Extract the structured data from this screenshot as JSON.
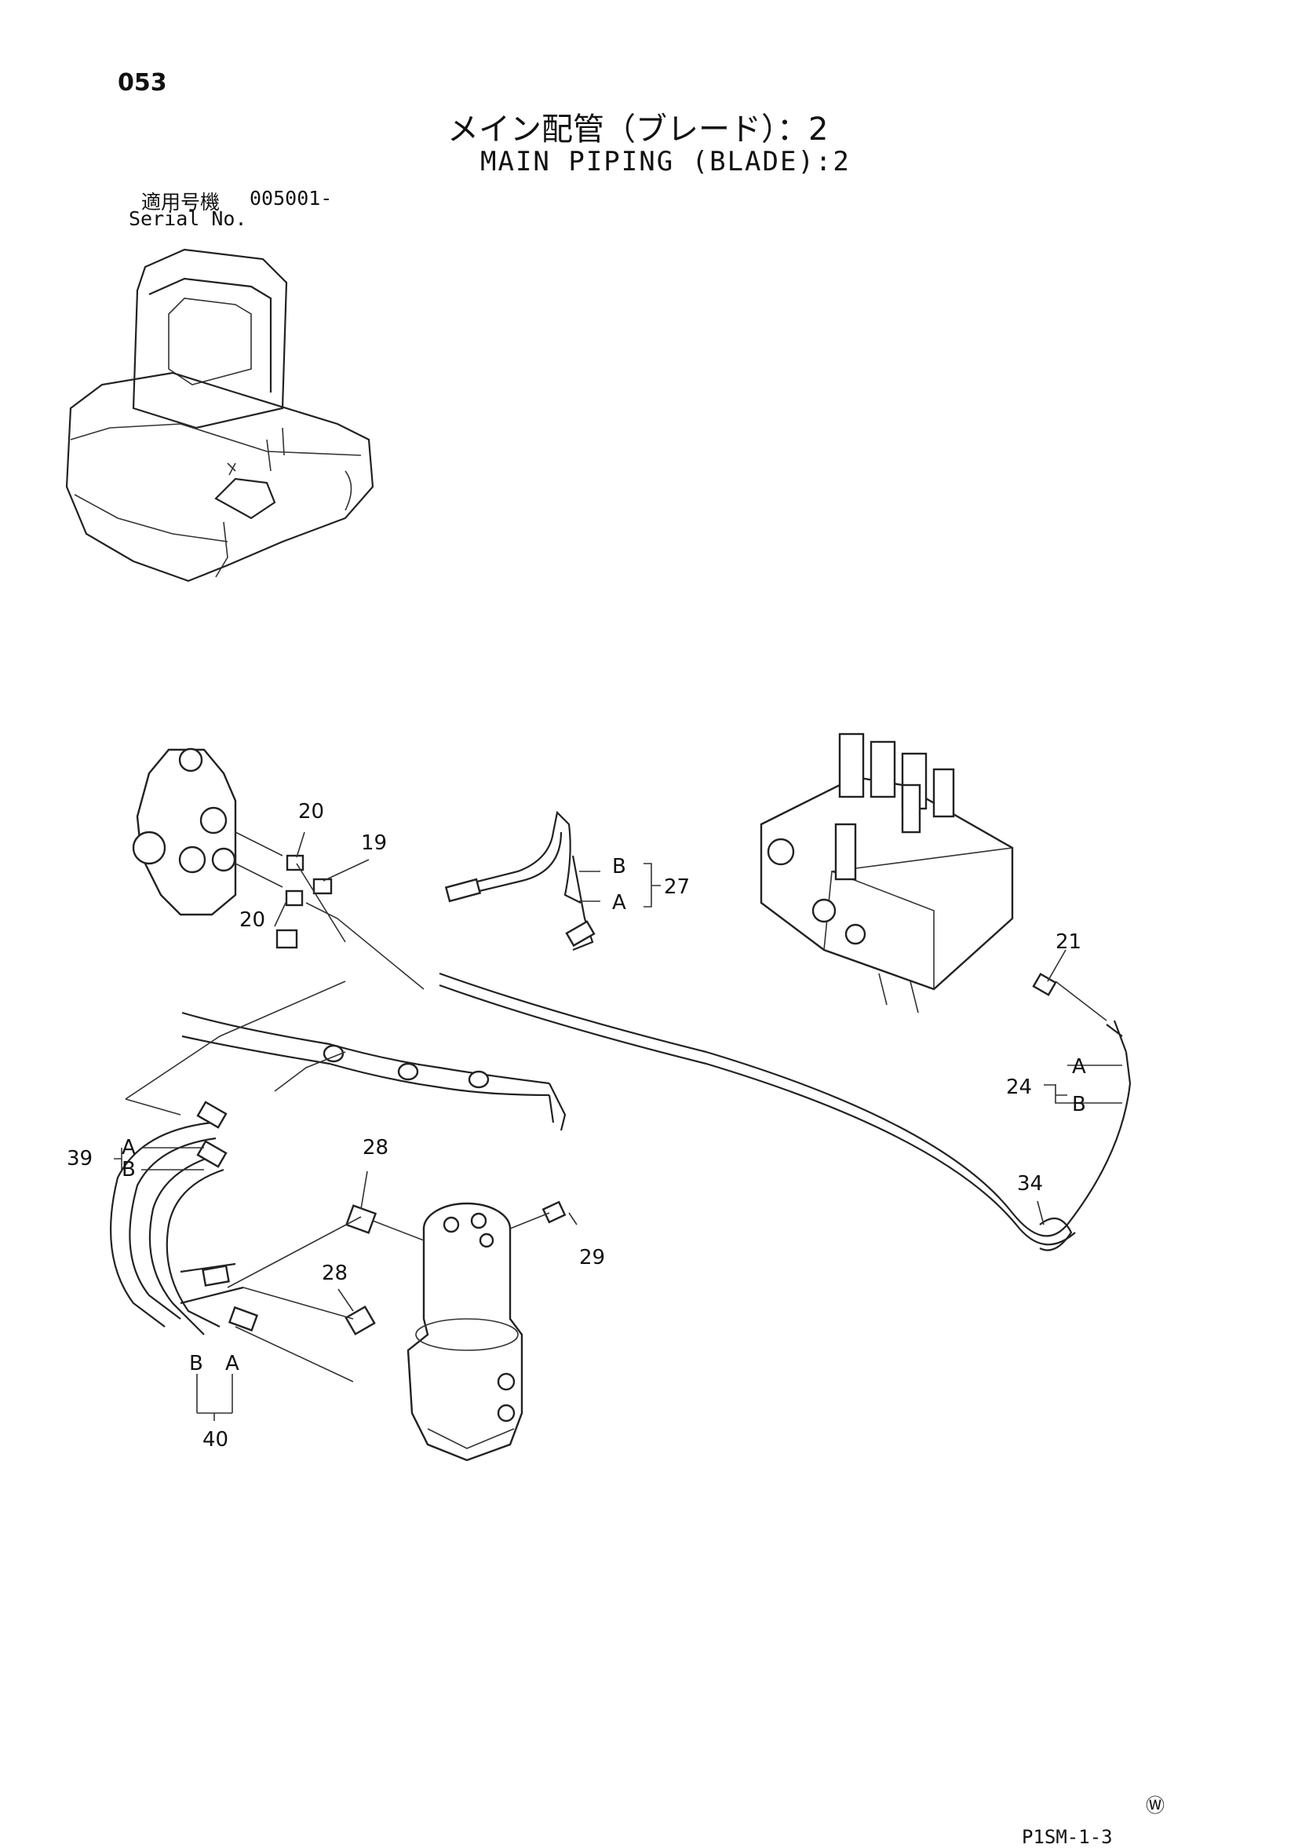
{
  "header": {
    "page_number": "053",
    "title_jp": "メイン配管（ブレード）：2",
    "title_en": "MAIN PIPING (BLADE):2",
    "serial_label_jp": "適用号機",
    "serial_value": "005001-",
    "serial_label_en": "Serial No."
  },
  "callouts": {
    "p20_top": "20",
    "p19": "19",
    "p20_bottom": "20",
    "p27": "27",
    "p27_b": "B",
    "p27_a": "A",
    "p21": "21",
    "p24": "24",
    "p24_a": "A",
    "p24_b": "B",
    "p34": "34",
    "p39": "39",
    "p39_a": "A",
    "p39_b": "B",
    "p28_top": "28",
    "p28_bottom": "28",
    "p29": "29",
    "p40": "40",
    "p40_b": "B",
    "p40_a": "A"
  },
  "footer": {
    "watermark": "Ⓦ",
    "page_ref": "P1SM-1-3"
  }
}
